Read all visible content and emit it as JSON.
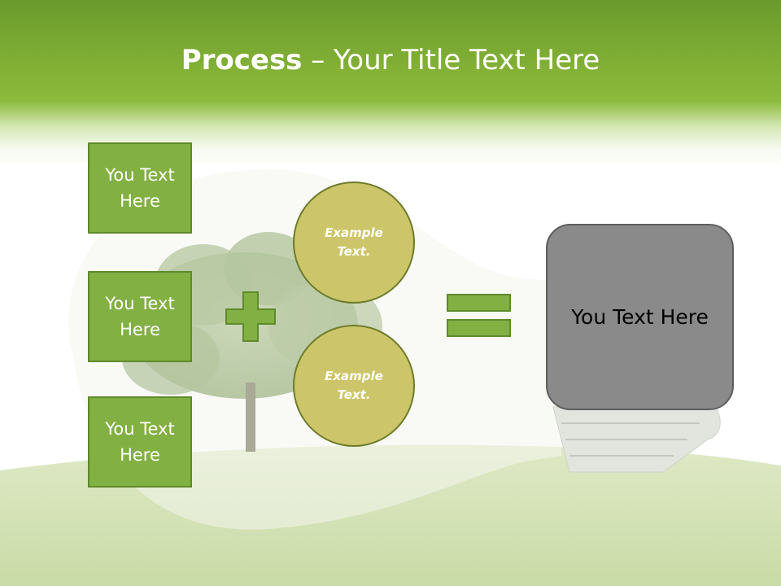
{
  "slide": {
    "title_bold": "Process",
    "title_rest": " – Your Title Text Here"
  },
  "left_boxes": [
    {
      "line1": "You Text",
      "line2": "Here"
    },
    {
      "line1": "You Text",
      "line2": "Here"
    },
    {
      "line1": "You Text",
      "line2": "Here"
    }
  ],
  "circles": [
    {
      "line1": "Example",
      "line2": "Text."
    },
    {
      "line1": "Example",
      "line2": "Text."
    }
  ],
  "result": {
    "label": "You Text Here"
  },
  "operators": {
    "plus": "plus-icon",
    "equals": "equals-icon"
  },
  "colors": {
    "header_green": "#84b236",
    "box_green": "#82b043",
    "box_border": "#5f8a2a",
    "circle_fill": "#cdc56a",
    "result_gray": "#8a8a8a"
  }
}
